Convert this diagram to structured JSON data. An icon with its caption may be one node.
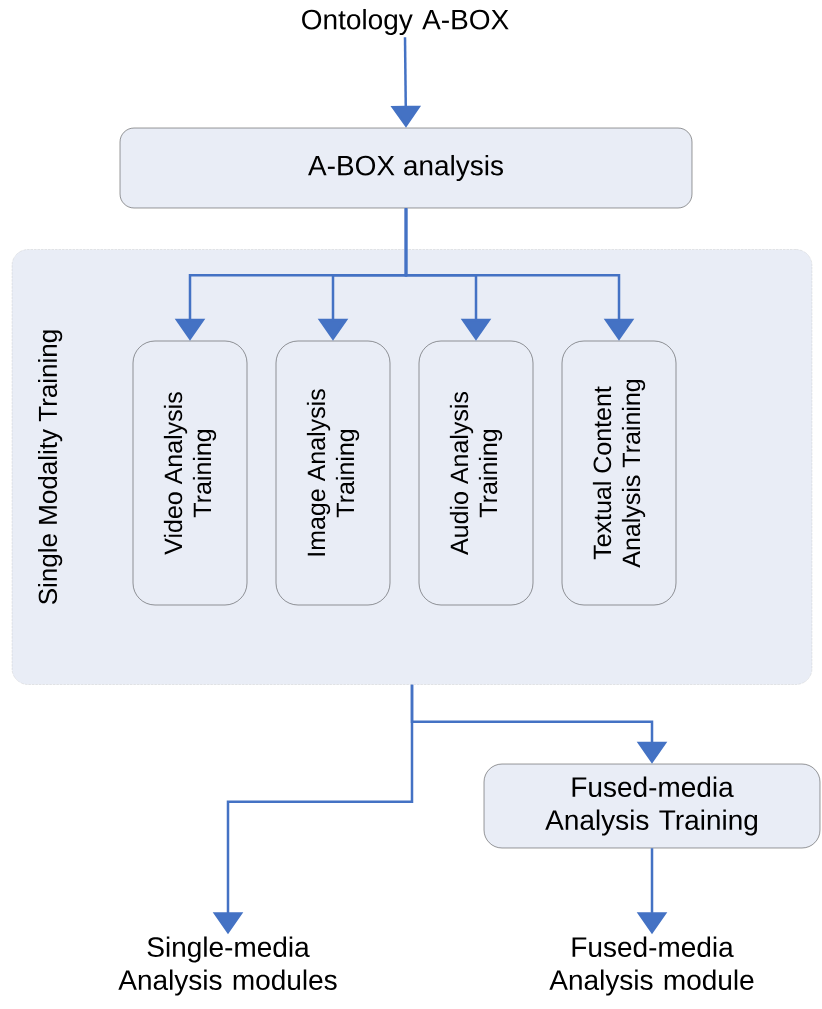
{
  "diagram": {
    "nodes": [
      {
        "text": [
          "Ontology A-BOX"
        ]
      },
      {
        "text": [
          "A-BOX analysis"
        ]
      },
      {
        "text": [
          "Single Modality Training"
        ]
      },
      {
        "text": [
          "Video Analysis Training"
        ],
        "in": 2
      },
      {
        "text": [
          "Image Analysis Training"
        ],
        "in": 2
      },
      {
        "text": [
          "Audio Analysis Training"
        ],
        "in": 2
      },
      {
        "text": [
          "Textual Content Analysis Training"
        ],
        "in": 2
      },
      {
        "text": [
          "Fused-media Analysis Training"
        ]
      },
      {
        "text": [
          "Single-media Analysis modules"
        ]
      },
      {
        "text": [
          "Fused-media Analysis module"
        ]
      }
    ],
    "edges": [
      {
        "from": 0,
        "to": 1,
        "arrow": "to"
      },
      {
        "from": 1,
        "to": 3,
        "arrow": "to"
      },
      {
        "from": 1,
        "to": 4,
        "arrow": "to"
      },
      {
        "from": 1,
        "to": 5,
        "arrow": "to"
      },
      {
        "from": 1,
        "to": 6,
        "arrow": "to"
      },
      {
        "from": 2,
        "to": 7,
        "arrow": "to"
      },
      {
        "from": 2,
        "to": 8,
        "arrow": "to"
      },
      {
        "from": 7,
        "to": 9,
        "arrow": "to"
      }
    ]
  }
}
